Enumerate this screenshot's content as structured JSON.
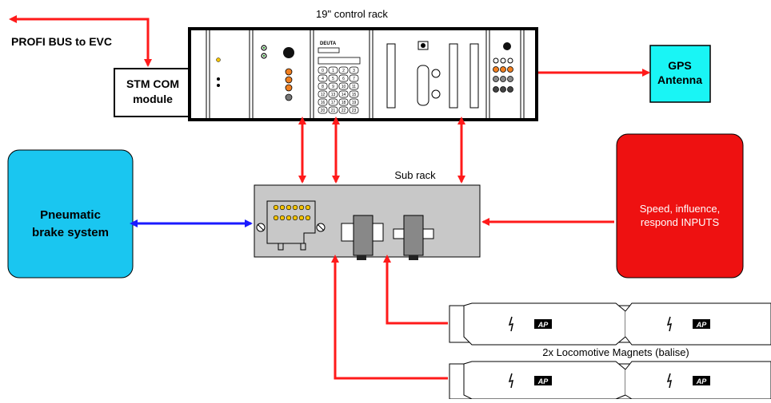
{
  "labels": {
    "control_rack": "19\" control rack",
    "profibus": "PROFI BUS to EVC",
    "stm_line1": "STM COM",
    "stm_line2": "module",
    "gps_line1": "GPS",
    "gps_line2": "Antenna",
    "sub_rack": "Sub rack",
    "brake_line1": "Pneumatic",
    "brake_line2": "brake system",
    "inputs_line1": "Speed, influence,",
    "inputs_line2": "respond INPUTS",
    "magnets": "2x Locomotive Magnets (balise)",
    "deuta": "DEUTA",
    "ap_logo": "AP"
  },
  "keypad": {
    "keys": [
      "0",
      "1",
      "2",
      "3",
      "4",
      "5",
      "6",
      "7",
      "8",
      "9",
      "10",
      "11",
      "12",
      "13",
      "14",
      "15",
      "16",
      "17",
      "18",
      "19",
      "20",
      "21",
      "22",
      "23"
    ]
  },
  "colors": {
    "arrow_red": "#ff1a1a",
    "arrow_blue": "#1a1aff",
    "brake_fill": "#1ac6f0",
    "inputs_fill": "#ee1111",
    "gps_fill": "#19f5f5",
    "subrack_fill": "#c8c8c8",
    "led_orange": "#f07f20"
  }
}
